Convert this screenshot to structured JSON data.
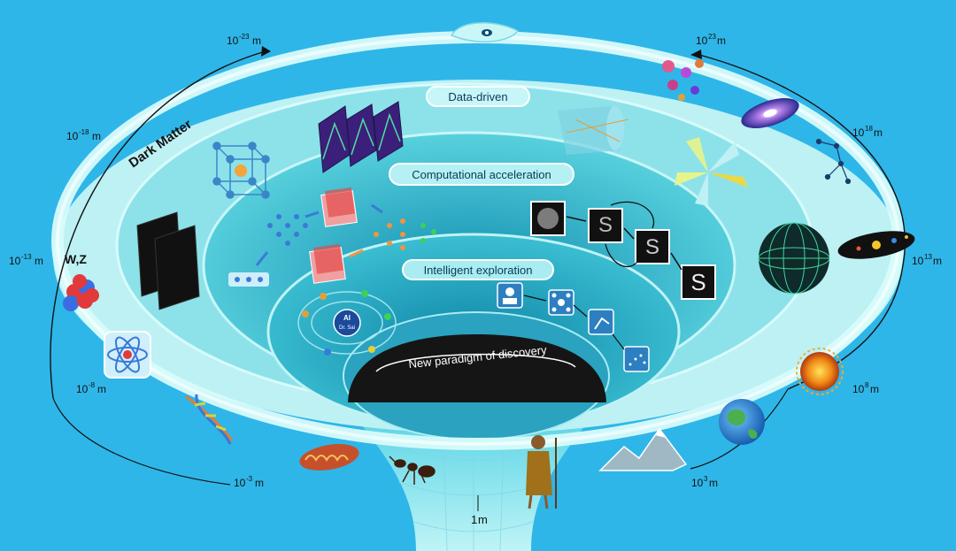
{
  "rings": {
    "data_driven": "Data-driven",
    "computational": "Computational acceleration",
    "intelligent": "Intelligent exploration",
    "paradigm": "New paradigm of discovery"
  },
  "scale_labels": {
    "m23n": {
      "base": "10",
      "exp": "-23",
      "unit": "m"
    },
    "m18n": {
      "base": "10",
      "exp": "-18",
      "unit": "m"
    },
    "m13n": {
      "base": "10",
      "exp": "-13",
      "unit": "m"
    },
    "m8n": {
      "base": "10",
      "exp": "-8",
      "unit": "m"
    },
    "m3n": {
      "base": "10",
      "exp": "-3",
      "unit": "m"
    },
    "m1": {
      "base": "1",
      "exp": "",
      "unit": "m"
    },
    "m3": {
      "base": "10",
      "exp": "3",
      "unit": "m"
    },
    "m8": {
      "base": "10",
      "exp": "8",
      "unit": "m"
    },
    "m13": {
      "base": "10",
      "exp": "13",
      "unit": "m"
    },
    "m18": {
      "base": "10",
      "exp": "18",
      "unit": "m"
    },
    "m23": {
      "base": "10",
      "exp": "23",
      "unit": "m"
    }
  },
  "dark_matter": "Dark Matter",
  "wz": "W,Z",
  "ai_badge": {
    "line1": "AI",
    "line2": "Dr. Sai"
  },
  "colors": {
    "background": "#2fb6e8",
    "ring": "#d7fbfb",
    "funnel_outer": "#8fe6ee",
    "funnel_inner": "#14a8c4",
    "core": "#141414"
  }
}
